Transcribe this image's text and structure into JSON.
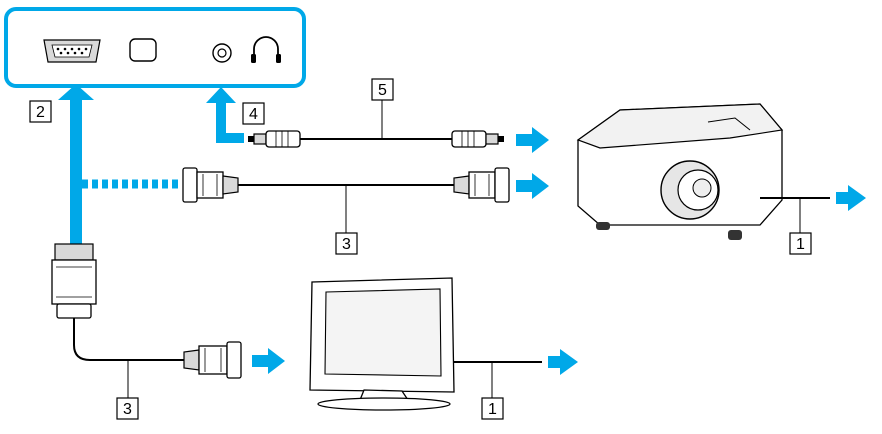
{
  "callouts": {
    "c1_projector": "1",
    "c1_monitor": "1",
    "c2": "2",
    "c3_top": "3",
    "c3_bottom": "3",
    "c4": "4",
    "c5": "5"
  },
  "colors": {
    "accent": "#00a8e8",
    "panel_border": "#00a8e8",
    "line": "#000000",
    "shade": "#d9d9d9"
  },
  "icons": {
    "port_panel": [
      "vga-port-icon",
      "display-port-icon",
      "audio-jack-icon",
      "headphone-icon"
    ],
    "devices": [
      "projector-icon",
      "monitor-icon"
    ],
    "connectors": [
      "vga-connector-icon",
      "audio-plug-icon"
    ]
  }
}
